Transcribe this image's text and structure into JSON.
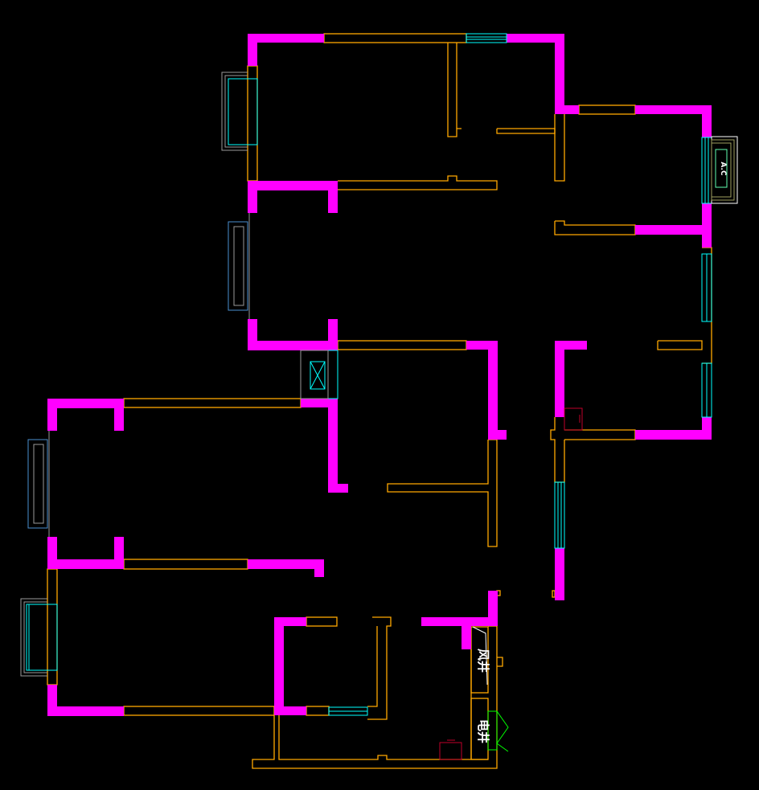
{
  "labels": {
    "ac_unit": "A.C",
    "air_shaft": "风井",
    "electric_shaft": "电井"
  },
  "colors": {
    "background": "#000000",
    "wall": "#ff00ff",
    "partition": "#ffa800",
    "window": "#00ffff",
    "radiator": "#4a8fd0",
    "fixture": "#c0002a",
    "door_swing": "#00ff00"
  }
}
